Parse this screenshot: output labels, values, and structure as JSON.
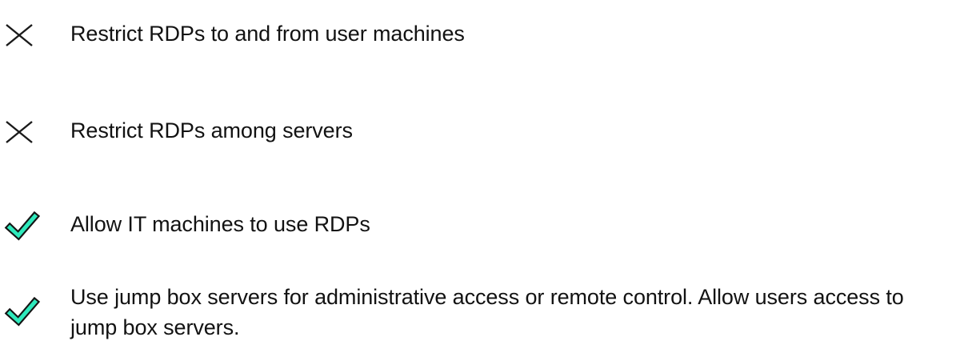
{
  "page": {
    "background_color": "#ffffff",
    "text_color": "#121212"
  },
  "icons": {
    "cross": {
      "name": "cross-icon",
      "stroke_color": "#1a1a1a",
      "meaning": "not allowed"
    },
    "check": {
      "name": "check-icon",
      "fill_color": "#2fe9bc",
      "stroke_color": "#111111",
      "meaning": "allowed"
    }
  },
  "checklist": {
    "items": [
      {
        "status": "cross",
        "label": "Restrict RDPs to and from user machines"
      },
      {
        "status": "cross",
        "label": "Restrict RDPs among servers"
      },
      {
        "status": "check",
        "label": "Allow IT machines to use RDPs"
      },
      {
        "status": "check",
        "label": "Use jump box servers for administrative access or remote control. Allow users access to jump box servers."
      }
    ]
  }
}
